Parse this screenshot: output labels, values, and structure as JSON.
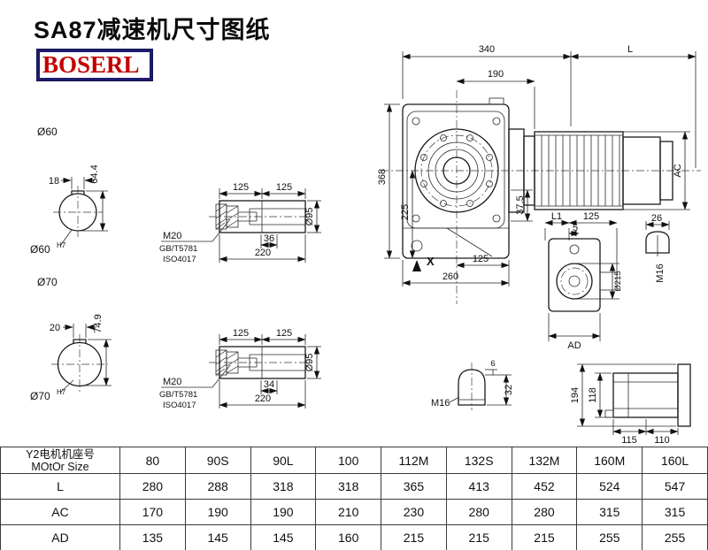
{
  "header": {
    "title": "SA87减速机尺寸图纸",
    "brand": "BOSERL"
  },
  "drawing": {
    "main_view": {
      "dim_340": "340",
      "dim_L": "L",
      "dim_190": "190",
      "dim_368": "368",
      "dim_225": "225",
      "dim_37_5": "37.5",
      "dim_125": "125",
      "dim_260": "260",
      "dim_AC": "AC",
      "mark_X": "X"
    },
    "shaft_60": {
      "label": "Ø60",
      "key_width": "18",
      "key_height": "64.4",
      "bore": "Ø60",
      "tolerance": "H7"
    },
    "shaft_70": {
      "label": "Ø70",
      "key_width": "20",
      "key_height": "74.9",
      "bore": "Ø70",
      "tolerance": "H7"
    },
    "hollow_shaft_top": {
      "dim_125_left": "125",
      "dim_125_right": "125",
      "bolt": "M20",
      "standard_1": "GB/T5781",
      "standard_2": "ISO4017",
      "dim_36": "36",
      "dim_220": "220",
      "dim_d95": "Ø95"
    },
    "hollow_shaft_bottom": {
      "dim_125_left": "125",
      "dim_125_right": "125",
      "bolt": "M20",
      "standard_1": "GB/T5781",
      "standard_2": "ISO4017",
      "dim_34": "34",
      "dim_220": "220",
      "dim_d95": "Ø95"
    },
    "side_view": {
      "dim_L1": "L1",
      "dim_125": "125",
      "dim_5": "5",
      "dim_26": "26",
      "thread": "M16",
      "dim_d215": "Ø215",
      "dim_AD": "AD"
    },
    "key_view": {
      "dim_6": "6",
      "dim_32": "32",
      "thread": "M16"
    },
    "top_view": {
      "dim_194": "194",
      "dim_118": "118",
      "dim_115": "115",
      "dim_110": "110"
    }
  },
  "table": {
    "motor_label_cn": "Y2电机机座号",
    "motor_label_en": "MOtOr Size",
    "sizes": [
      "80",
      "90S",
      "90L",
      "100",
      "112M",
      "132S",
      "132M",
      "160M",
      "160L"
    ],
    "rows": [
      {
        "label": "L",
        "values": [
          "280",
          "288",
          "318",
          "318",
          "365",
          "413",
          "452",
          "524",
          "547"
        ]
      },
      {
        "label": "AC",
        "values": [
          "170",
          "190",
          "190",
          "210",
          "230",
          "280",
          "280",
          "315",
          "315"
        ]
      },
      {
        "label": "AD",
        "values": [
          "135",
          "145",
          "145",
          "160",
          "215",
          "215",
          "215",
          "255",
          "255"
        ]
      }
    ]
  }
}
